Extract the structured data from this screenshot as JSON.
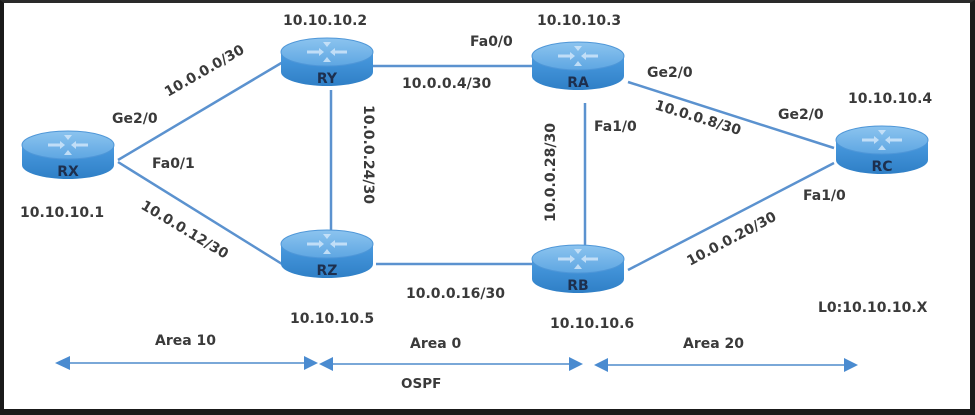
{
  "diagram": {
    "protocol_label": "OSPF",
    "loopback_note": "L0:10.10.10.X",
    "routers": [
      {
        "id": "RX",
        "name": "RX",
        "loopback": "10.10.10.1"
      },
      {
        "id": "RY",
        "name": "RY",
        "loopback": "10.10.10.2"
      },
      {
        "id": "RA",
        "name": "RA",
        "loopback": "10.10.10.3"
      },
      {
        "id": "RC",
        "name": "RC",
        "loopback": "10.10.10.4"
      },
      {
        "id": "RZ",
        "name": "RZ",
        "loopback": "10.10.10.5"
      },
      {
        "id": "RB",
        "name": "RB",
        "loopback": "10.10.10.6"
      }
    ],
    "links": [
      {
        "from": "RX",
        "to": "RY",
        "subnet": "10.0.0.0/30",
        "from_intf": "Ge2/0"
      },
      {
        "from": "RX",
        "to": "RZ",
        "subnet": "10.0.0.12/30",
        "from_intf": "Fa0/1"
      },
      {
        "from": "RY",
        "to": "RA",
        "subnet": "10.0.0.4/30",
        "to_intf": "Fa0/0"
      },
      {
        "from": "RY",
        "to": "RZ",
        "subnet": "10.0.0.24/30"
      },
      {
        "from": "RA",
        "to": "RB",
        "subnet": "10.0.0.28/30",
        "from_intf": "Fa1/0"
      },
      {
        "from": "RA",
        "to": "RC",
        "subnet": "10.0.0.8/30",
        "from_intf": "Ge2/0",
        "to_intf": "Ge2/0"
      },
      {
        "from": "RZ",
        "to": "RB",
        "subnet": "10.0.0.16/30"
      },
      {
        "from": "RB",
        "to": "RC",
        "subnet": "10.0.0.20/30",
        "to_intf": "Fa1/0"
      }
    ],
    "areas": [
      {
        "label": "Area 10"
      },
      {
        "label": "Area 0"
      },
      {
        "label": "Area 20"
      }
    ],
    "colors": {
      "router_top": "#6aaee6",
      "router_body": "#3b8fd6",
      "link": "#5b92cf",
      "arrow": "#4a8bd0",
      "text": "#3a3a3a"
    }
  }
}
